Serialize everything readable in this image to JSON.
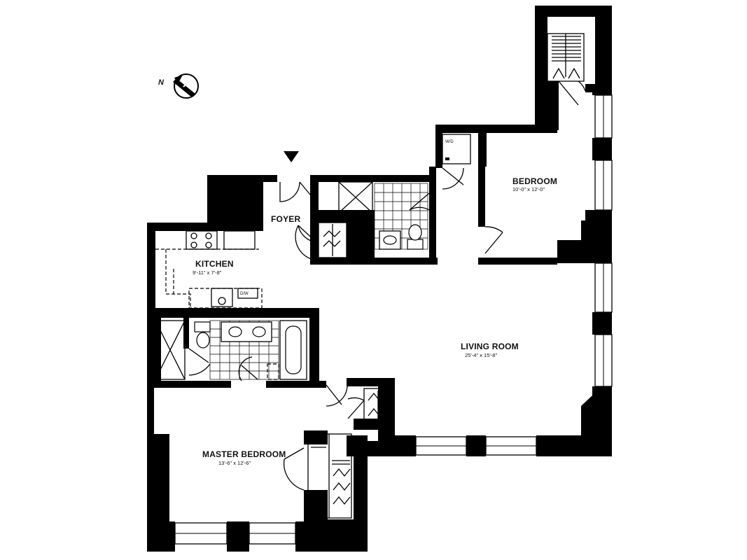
{
  "plan": {
    "compass_letter": "N",
    "rooms": [
      {
        "id": "bedroom",
        "name": "BEDROOM",
        "dims": "10'-0\" x 12'-0\""
      },
      {
        "id": "foyer",
        "name": "FOYER",
        "dims": ""
      },
      {
        "id": "kitchen",
        "name": "KITCHEN",
        "dims": "9'-11\" x 7'-8\""
      },
      {
        "id": "living",
        "name": "LIVING ROOM",
        "dims": "25'-4\" x 15'-8\""
      },
      {
        "id": "master",
        "name": "MASTER BEDROOM",
        "dims": "13'-6\" x 12'-6\""
      }
    ],
    "appliance_labels": {
      "washer_dryer": "W/D",
      "dishwasher": "D/W"
    }
  }
}
